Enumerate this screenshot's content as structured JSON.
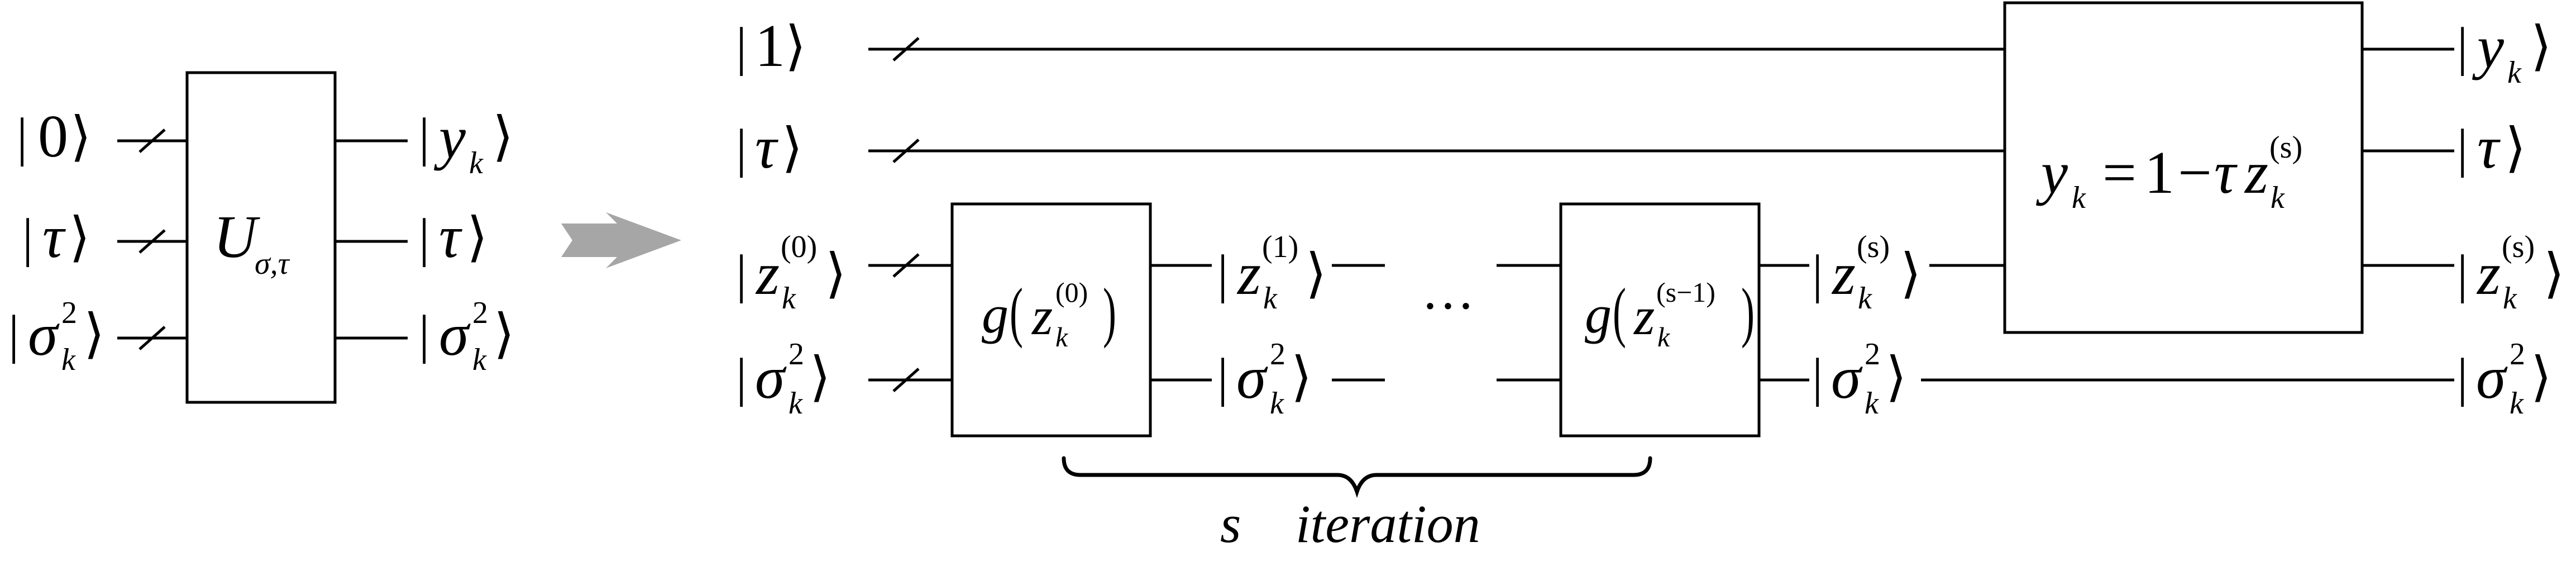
{
  "left_circuit": {
    "inputs": [
      {
        "symbol": "0",
        "italic": false
      },
      {
        "symbol": "τ",
        "italic": true
      },
      {
        "symbol": "σ",
        "italic": true,
        "sub": "k",
        "sup": "2"
      }
    ],
    "gate": {
      "symbol": "U",
      "sub": "σ,τ"
    },
    "outputs": [
      {
        "symbol": "y",
        "italic": true,
        "sub": "k"
      },
      {
        "symbol": "τ",
        "italic": true
      },
      {
        "symbol": "σ",
        "italic": true,
        "sub": "k",
        "sup": "2"
      }
    ]
  },
  "right_circuit": {
    "inputs": [
      {
        "symbol": "1",
        "italic": false
      },
      {
        "symbol": "τ",
        "italic": true
      },
      {
        "symbol": "z",
        "italic": true,
        "sub": "k",
        "sup": "(0)"
      },
      {
        "symbol": "σ",
        "italic": true,
        "sub": "k",
        "sup": "2"
      }
    ],
    "gate_first": {
      "func": "g",
      "arg": "z",
      "sub": "k",
      "sup": "(0)"
    },
    "gate_last": {
      "func": "g",
      "arg": "z",
      "sub": "k",
      "sup": "(s−1)"
    },
    "mid_outputs": [
      {
        "symbol": "z",
        "italic": true,
        "sub": "k",
        "sup": "(1)"
      },
      {
        "symbol": "σ",
        "italic": true,
        "sub": "k",
        "sup": "2"
      }
    ],
    "ellipsis": "···",
    "last_outputs": [
      {
        "symbol": "z",
        "italic": true,
        "sub": "k",
        "sup": "(s)"
      },
      {
        "symbol": "σ",
        "italic": true,
        "sub": "k",
        "sup": "2"
      }
    ],
    "final_gate": {
      "lhs": "y",
      "lhs_sub": "k",
      "eq": "=",
      "one": "1",
      "minus": "−",
      "tau": "τ",
      "z": "z",
      "z_sub": "k",
      "z_sup": "(s)"
    },
    "outputs": [
      {
        "symbol": "y",
        "italic": true,
        "sub": "k"
      },
      {
        "symbol": "τ",
        "italic": true
      },
      {
        "symbol": "z",
        "italic": true,
        "sub": "k",
        "sup": "(s)"
      },
      {
        "symbol": "σ",
        "italic": true,
        "sub": "k",
        "sup": "2"
      }
    ],
    "brace_label_s": "s",
    "brace_label_iteration": "iteration"
  },
  "arrow": {
    "color": "#a6a6a6"
  }
}
